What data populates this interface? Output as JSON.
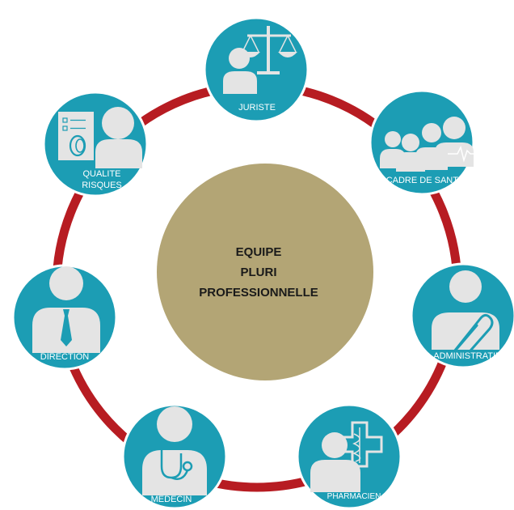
{
  "center": {
    "lines": [
      "EQUIPE",
      "PLURI",
      "PROFESSIONNELLE"
    ]
  },
  "nodes": [
    {
      "id": "juriste",
      "lines": [
        "JURISTE"
      ],
      "icon": "scales-justice-icon"
    },
    {
      "id": "cadre-de-sante",
      "lines": [
        "CADRE DE SANTE"
      ],
      "icon": "group-heartbeat-icon"
    },
    {
      "id": "administratif",
      "lines": [
        "ADMINISTRATIF"
      ],
      "icon": "paperclip-icon"
    },
    {
      "id": "pharmacien",
      "lines": [
        "PHARMACIEN"
      ],
      "icon": "medical-cross-caduceus-icon"
    },
    {
      "id": "medecin",
      "lines": [
        "MEDECIN"
      ],
      "icon": "stethoscope-icon"
    },
    {
      "id": "direction",
      "lines": [
        "DIRECTION"
      ],
      "icon": "necktie-icon"
    },
    {
      "id": "qualite-risques",
      "lines": [
        "QUALITE",
        "RISQUES"
      ],
      "icon": "checklist-document-icon"
    }
  ],
  "colors": {
    "ring": "#B71C22",
    "node_fill": "#1C9DB4",
    "node_stroke": "#ffffff",
    "center_fill": "#B3A575",
    "silhouette": "#E4E4E4",
    "label": "#ffffff"
  }
}
